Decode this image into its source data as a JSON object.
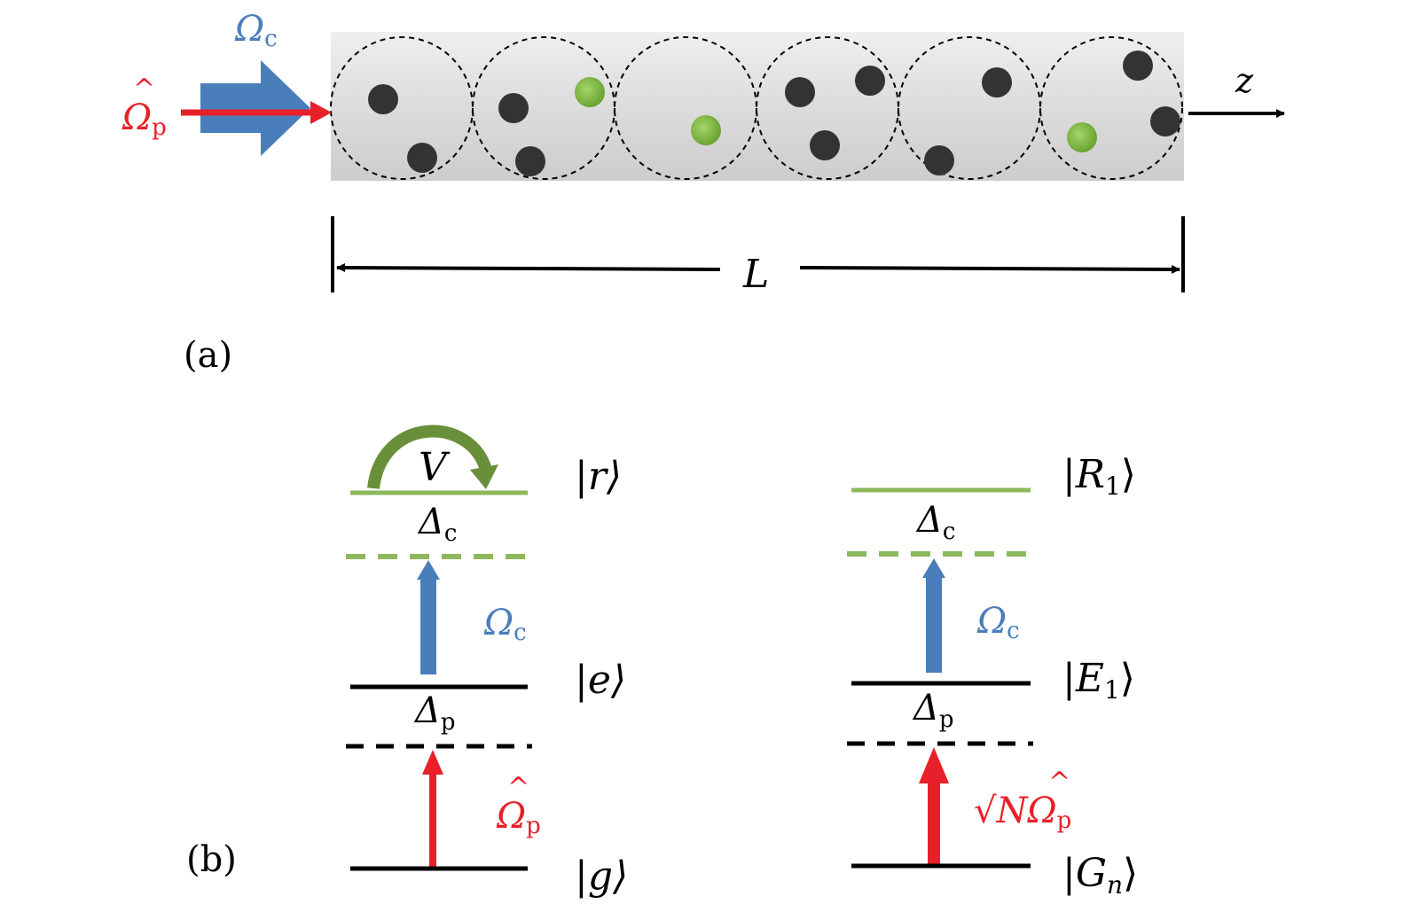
{
  "panel_a": {
    "label": "(a)",
    "control_field": {
      "symbol": "Ω",
      "sub": "c",
      "color": "#4a7ebb"
    },
    "probe_field": {
      "hat": "^",
      "symbol": "Ω",
      "sub": "p",
      "color": "#e8202a"
    },
    "axis_label": "z",
    "length_label": "L",
    "superatoms": [
      {
        "atoms": [
          "dark",
          "dark"
        ]
      },
      {
        "atoms": [
          "dark",
          "green",
          "dark"
        ]
      },
      {
        "atoms": [
          "green"
        ]
      },
      {
        "atoms": [
          "dark",
          "dark",
          "dark"
        ]
      },
      {
        "atoms": [
          "dark",
          "dark"
        ]
      },
      {
        "atoms": [
          "dark",
          "green",
          "dark"
        ]
      }
    ],
    "colors": {
      "dark_atom": "#333333",
      "green_atom": "#7cb342",
      "medium": "#d9d9d9"
    }
  },
  "panel_b": {
    "label": "(b)",
    "single_atom": {
      "state_top": "|r⟩",
      "state_mid": "|e⟩",
      "state_bottom": "|g⟩",
      "interaction": "V",
      "detuning_c": {
        "symbol": "Δ",
        "sub": "c"
      },
      "detuning_p": {
        "symbol": "Δ",
        "sub": "p"
      },
      "coupling": {
        "symbol": "Ω",
        "sub": "c"
      },
      "probe": {
        "hat": "^",
        "symbol": "Ω",
        "sub": "p"
      }
    },
    "collective": {
      "state_top": {
        "ket_open": "|",
        "name": "R",
        "sub": "1",
        "ket_close": "⟩"
      },
      "state_mid": {
        "ket_open": "|",
        "name": "E",
        "sub": "1",
        "ket_close": "⟩"
      },
      "state_bottom": {
        "ket_open": "|",
        "name": "G",
        "sub": "n",
        "ket_close": "⟩"
      },
      "detuning_c": {
        "symbol": "Δ",
        "sub": "c"
      },
      "detuning_p": {
        "symbol": "Δ",
        "sub": "p"
      },
      "coupling": {
        "symbol": "Ω",
        "sub": "c"
      },
      "probe": {
        "prefix": "√N",
        "hat": "^",
        "symbol": "Ω",
        "sub": "p"
      }
    },
    "colors": {
      "rydberg_level": "#8cb85c",
      "ground_level": "#000000",
      "blue": "#4a7ebb",
      "red": "#e8202a",
      "arc": "#6a8f3a"
    }
  }
}
